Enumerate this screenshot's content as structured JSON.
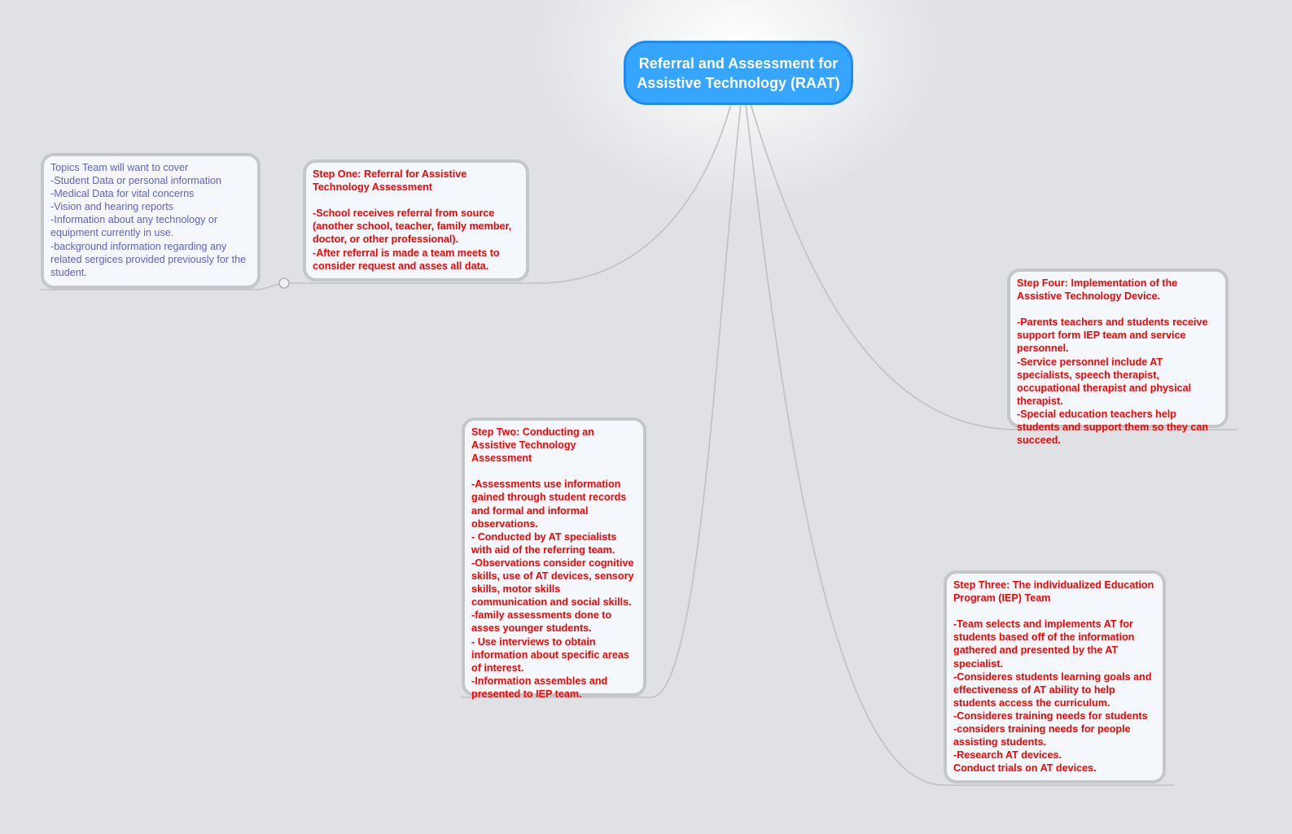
{
  "root": {
    "title": "Referral and Assessment for\nAssistive Technology (RAAT)"
  },
  "topics": {
    "text": "Topics Team will want to cover\n-Student Data or personal information\n-Medical Data for vital concerns\n-Vision and hearing reports\n-Information about any technology or equipment currently in use.\n-background information regarding any related sergices provided previously for the student."
  },
  "step_one": {
    "text": "Step One: Referral for Assistive Technology Assessment\n\n-School receives referral from source (another school,  teacher, family member, doctor, or other professional).\n-After referral is made a team meets to\n consider request and asses all data."
  },
  "step_two": {
    "text": "Step Two: Conducting an Assistive Technology Assessment\n\n-Assessments use information gained through student records and formal and informal observations.\n- Conducted by AT specialists with aid of the referring team.\n-Observations consider cognitive skills, use of AT devices, sensory skills, motor skills communication and social skills.\n-family assessments done to\nasses younger students.\n- Use interviews to obtain information about specific areas of interest.\n-Information assembles and presented to IEP team."
  },
  "step_three": {
    "text": "Step Three: The individualized Education Program (IEP) Team\n\n-Team selects and implements AT for students based off of the information gathered and presented by the AT specialist.\n-Consideres students learning goals and effectiveness of AT ability to help students access the curriculum.\n-Consideres training needs for students\n-considers training needs for people assisting students.\n-Research AT devices.\nConduct trials on AT devices."
  },
  "step_four": {
    "text": "Step Four: Implementation of the Assistive Technology Device.\n\n-Parents teachers and students receive support form IEP team and service personnel.\n-Service personnel include AT specialists, speech therapist, occupational therapist and physical therapist.\n-Special education teachers help students and support them so they can succeed."
  },
  "colors": {
    "root": "#36a5ff",
    "step_text": "#ff0000",
    "topic_text": "#6060d0",
    "link": "#bfc1c3"
  }
}
